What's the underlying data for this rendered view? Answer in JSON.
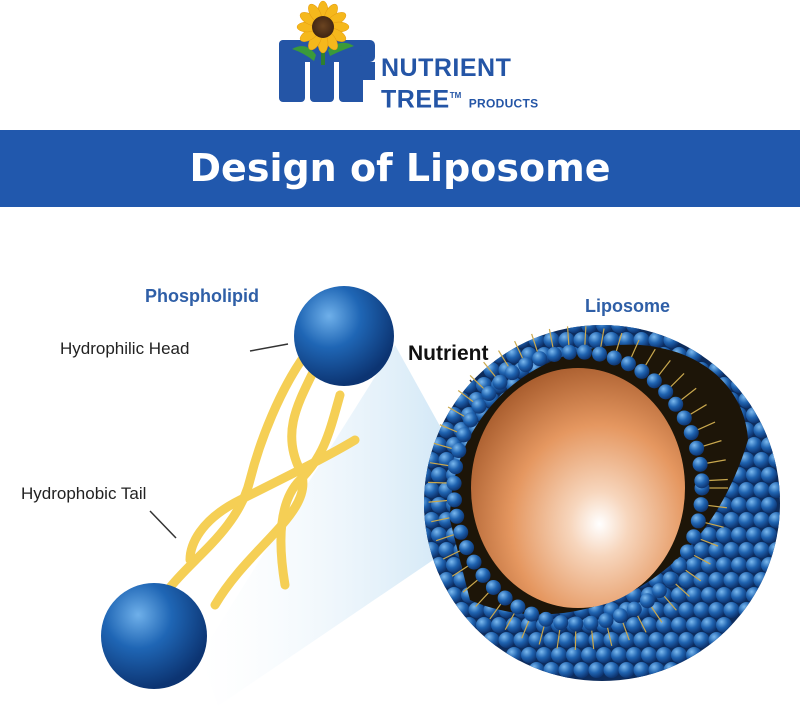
{
  "brand": {
    "line1": "NUTRIENT",
    "line2": "TREE",
    "trademark": "TM",
    "products": "PRODUCTS"
  },
  "banner": {
    "title": "Design of Liposome"
  },
  "diagram": {
    "labels": {
      "phospholipid": "Phospholipid",
      "hydrophilic_head": "Hydrophilic Head",
      "hydrophobic_tail": "Hydrophobic Tail",
      "nutrient": "Nutrient",
      "liposome": "Liposome"
    }
  },
  "colors": {
    "brand_blue": "#2158ad",
    "sphere_blue": "#1e62b0",
    "tail_yellow": "#f5cf55",
    "nutrient_orange": "#e69a63",
    "label_blue": "#2f5fa7"
  },
  "icons": [
    "sunflower-logo-icon"
  ]
}
